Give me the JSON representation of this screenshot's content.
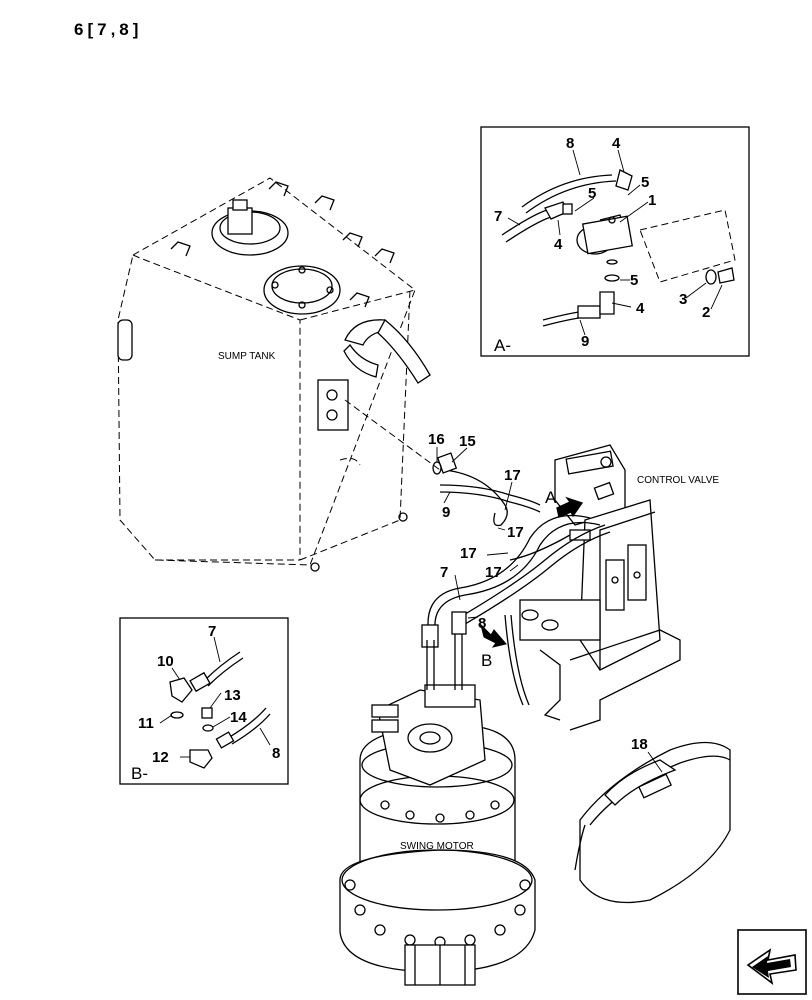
{
  "page_ref": "6[7,8]",
  "labels": {
    "sump_tank": "SUMP TANK",
    "control_valve": "CONTROL VALVE",
    "swing_motor": "SWING MOTOR"
  },
  "view_marks": {
    "a_arrow": "A",
    "b_arrow": "B",
    "a_detail": "A-",
    "b_detail": "B-"
  },
  "callouts": {
    "a1": "1",
    "a2": "2",
    "a3": "3",
    "a4t": "4",
    "a4m": "4",
    "a4b": "4",
    "a5t": "5",
    "a5m": "5",
    "a5b": "5",
    "a7": "7",
    "a8": "8",
    "a9": "9",
    "m7": "7",
    "m8": "8",
    "m9": "9",
    "m15": "15",
    "m16": "16",
    "m17a": "17",
    "m17b": "17",
    "m17c": "17",
    "m17d": "17",
    "b7": "7",
    "b8": "8",
    "b10": "10",
    "b11": "11",
    "b12": "12",
    "b13": "13",
    "b14": "14",
    "c18": "18"
  },
  "icons": [
    "view-direction-arrow-icon",
    "next-page-arrow-icon"
  ]
}
